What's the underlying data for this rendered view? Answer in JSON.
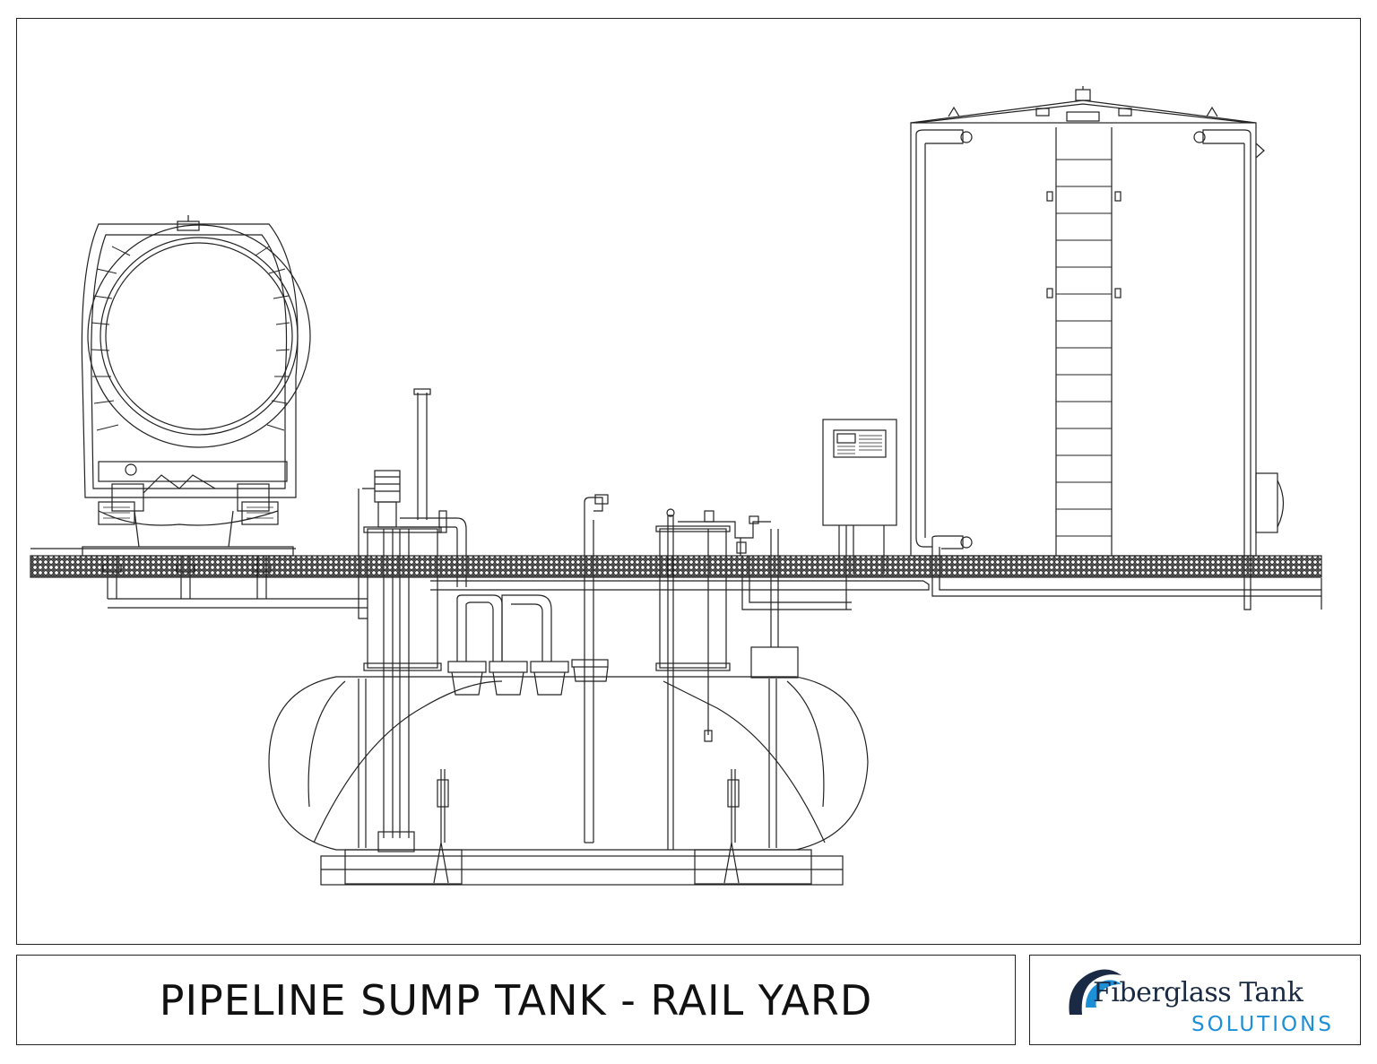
{
  "title": "PIPELINE SUMP TANK - RAIL YARD",
  "logo": {
    "line1": "Fiberglass Tank",
    "line2": "SOLUTIONS",
    "colors": {
      "dark": "#1a2a44",
      "accent": "#1d8fd6"
    }
  },
  "colors": {
    "line": "#222222",
    "background": "#ffffff"
  }
}
